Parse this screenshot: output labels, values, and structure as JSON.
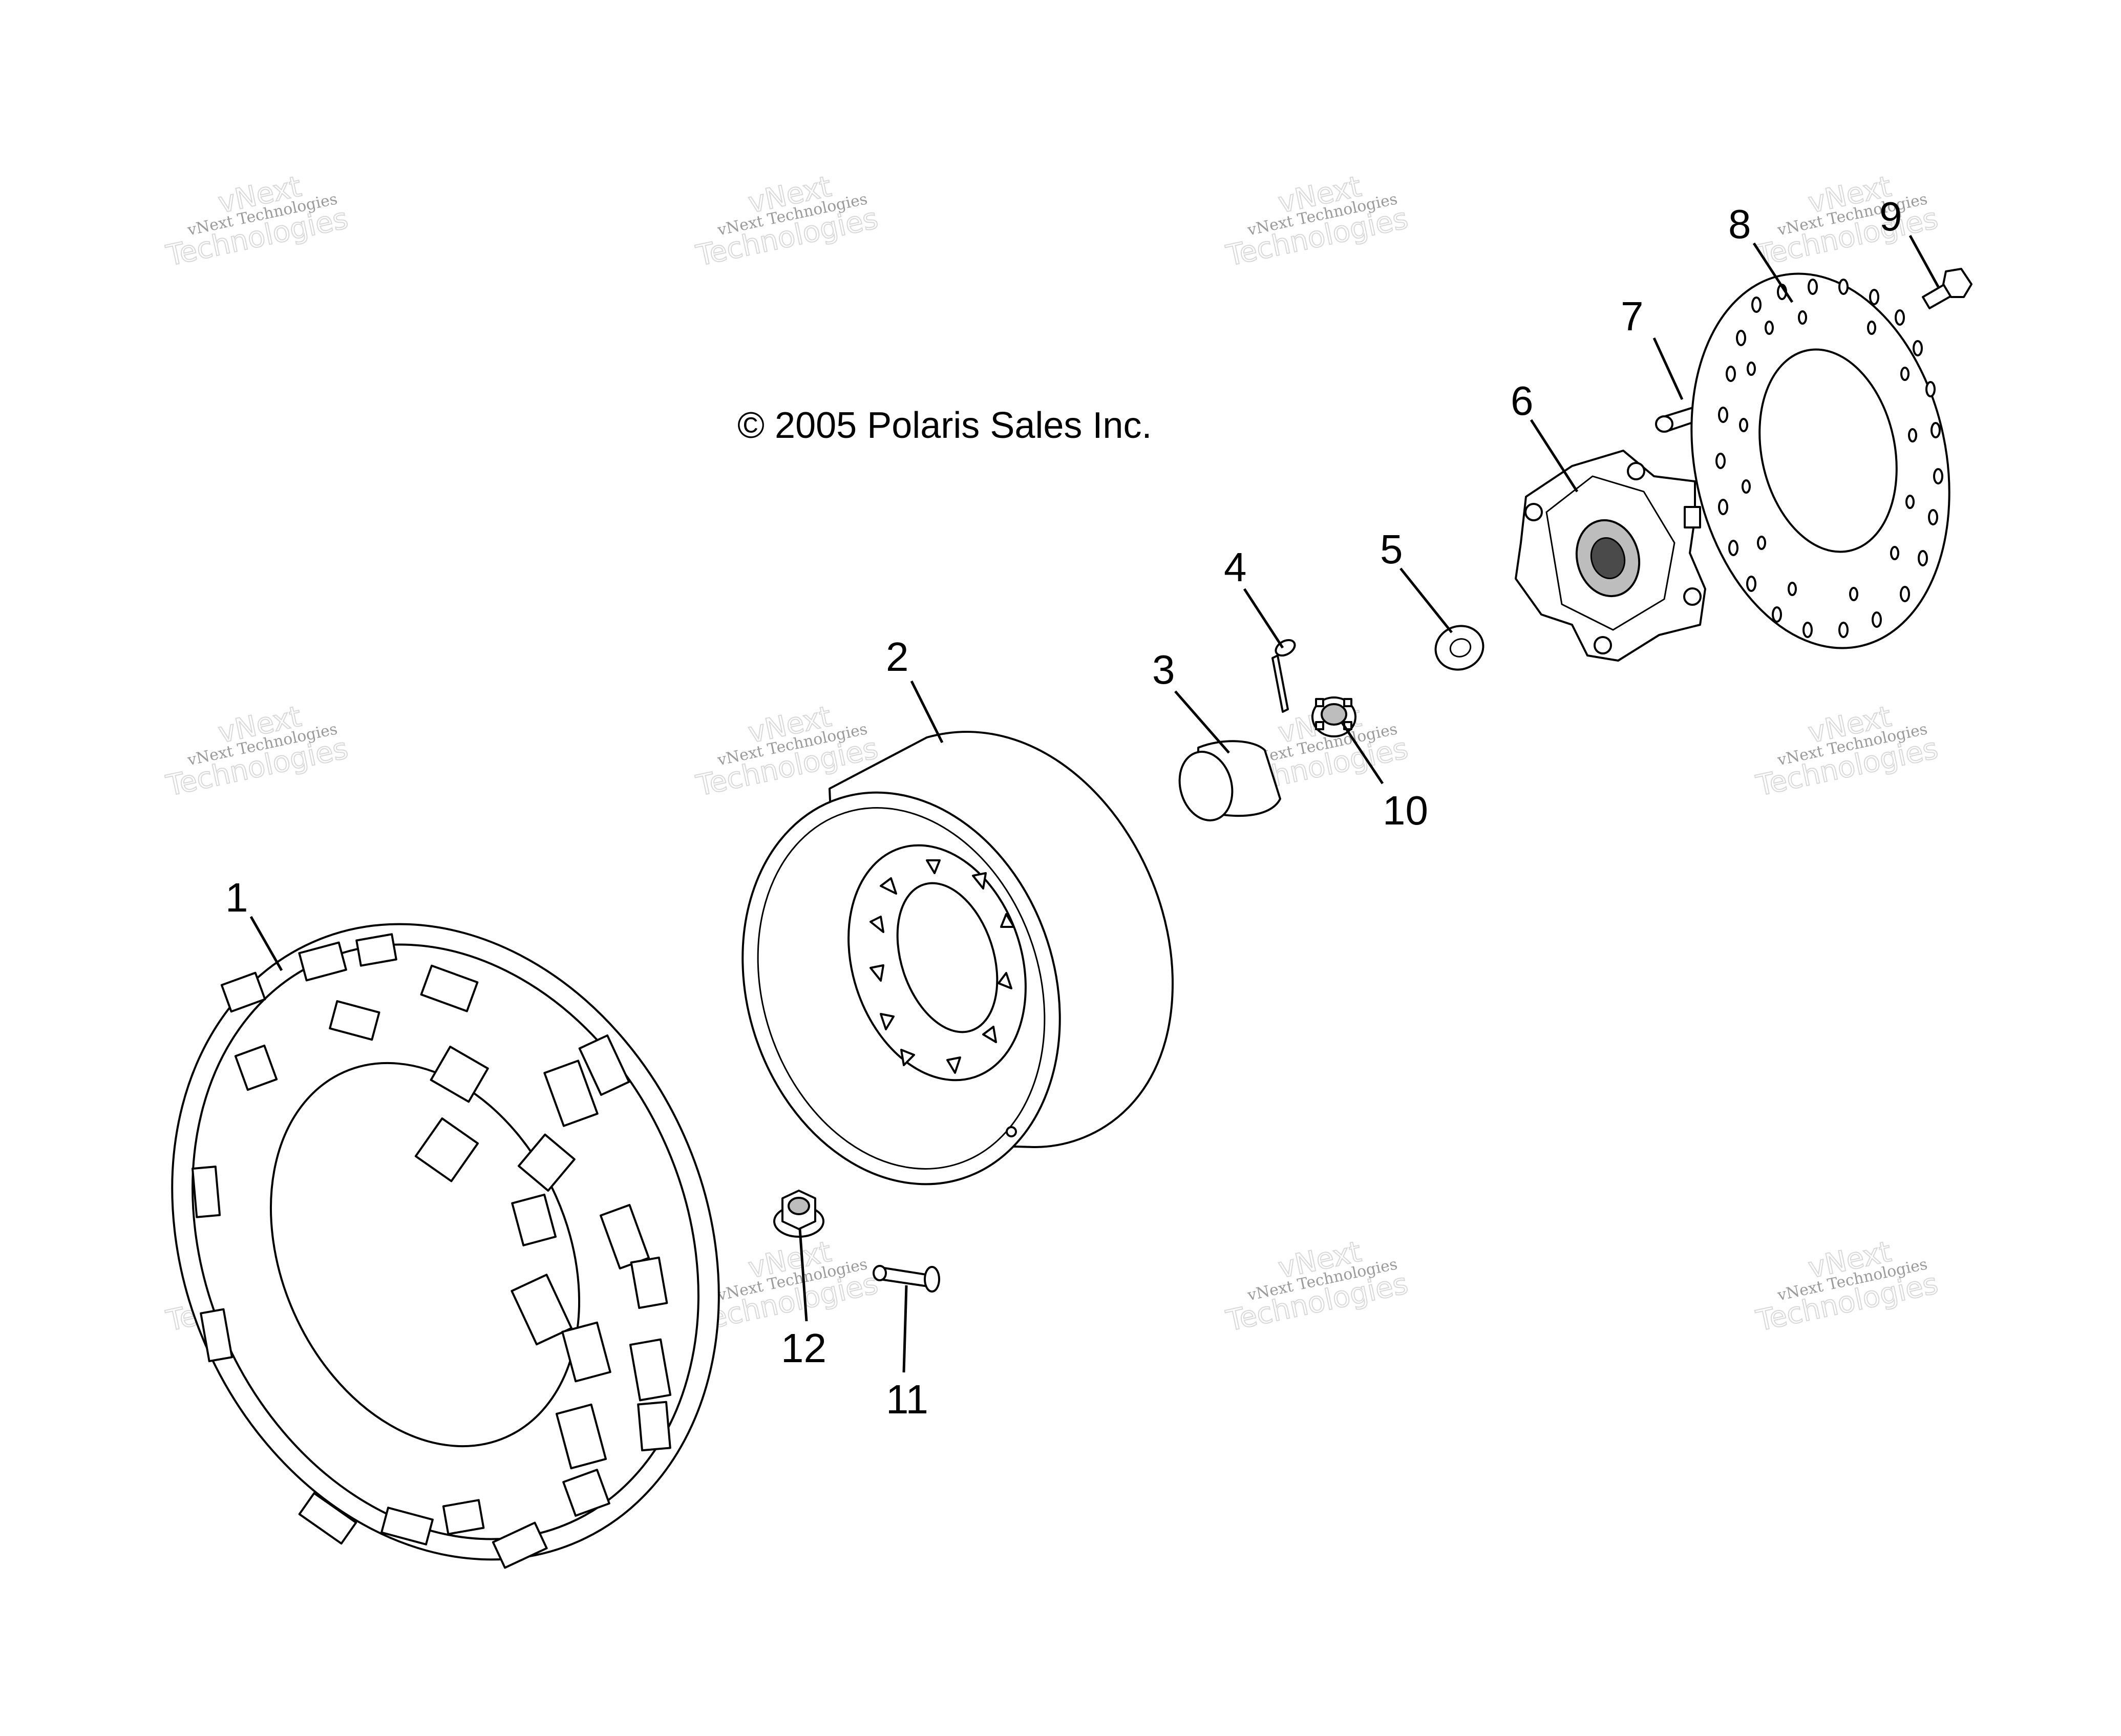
{
  "copyright": "© 2005 Polaris Sales Inc.",
  "watermark": {
    "line_top": "vNext",
    "line_small": "vNext Technologies",
    "line_big": "Technologies",
    "color": "#9a9a9a"
  },
  "callouts": {
    "c1": "1",
    "c2": "2",
    "c3": "3",
    "c4": "4",
    "c5": "5",
    "c6": "6",
    "c7": "7",
    "c8": "8",
    "c9": "9",
    "c10": "10",
    "c11": "11",
    "c12": "12"
  }
}
